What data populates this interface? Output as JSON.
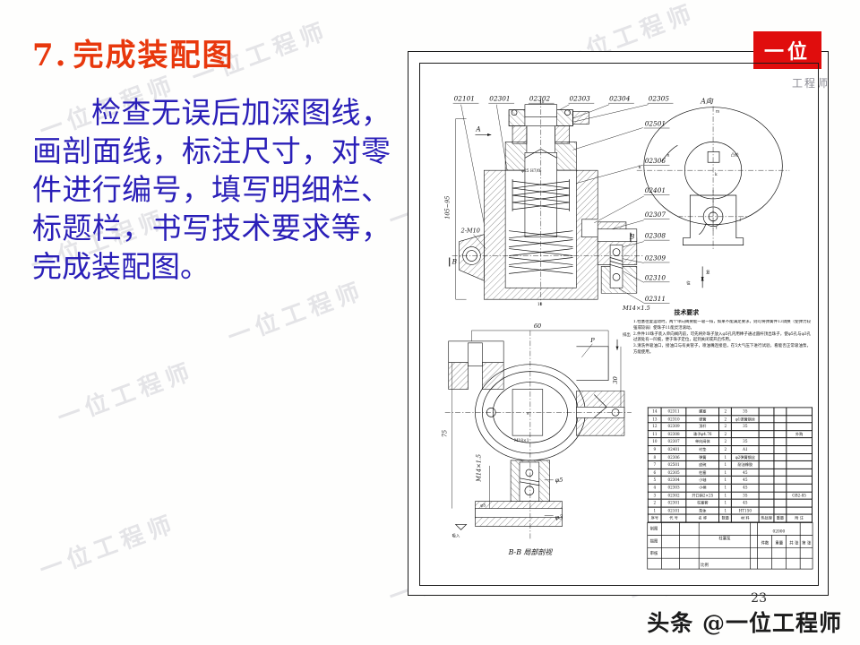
{
  "slide": {
    "heading_number": "7.",
    "heading_text": "完成装配图",
    "body_text": "检查无误后加深图线，画剖面线，标注尺寸，对零件进行编号，填写明细栏、标题栏，书写技术要求等，完成装配图。",
    "page_number": "23",
    "footer_text": "头条 @一位工程师",
    "watermark_text": "一位工程师",
    "badge_text": "一位",
    "badge_sub_text": "工程师",
    "colors": {
      "heading": "#e8380d",
      "body": "#2a1fb8",
      "badge": "#e00d0d",
      "background": "#fefefd",
      "ink": "#111111"
    }
  },
  "drawing": {
    "title": "柱塞泵",
    "drawing_number": "02000",
    "top_leaders": [
      "02101",
      "02301",
      "02302",
      "02303",
      "02304",
      "02305"
    ],
    "right_leaders": [
      "02501",
      "02306",
      "02401",
      "02307",
      "02308",
      "02309",
      "02310",
      "02311"
    ],
    "thread_note": "M14×1.5",
    "aux_view_label": "A向",
    "aux_view_note": "凸轮",
    "aux_marks": [
      "m",
      "n",
      "k",
      "f"
    ],
    "section_marks": [
      "A",
      "B"
    ],
    "bottom_view_caption": "B-B 局部剖视",
    "bottom_dims": [
      "60",
      "75",
      "30",
      "M14×1.5",
      "φ5",
      "φ3",
      "吸入"
    ],
    "main_dims": [
      "105~95",
      "2-M10",
      "10",
      "φ25 H7/f6"
    ],
    "misc_labels": [
      "P",
      "排出",
      "复",
      "往"
    ],
    "tech": {
      "heading": "技术要求",
      "items": [
        "1.柱塞往复运动时，两个单向阀要能一吸一排，如果不能满足要求，则可将弹簧件13调换（使弹力较强或较弱）使珠子11能灵活滚动。",
        "2.件件10珠子装入单向阀内前，可先将外珠子放入φ5孔内用棒子通过圆杆顶出珠子，使φ5孔与φ3孔过渡处有一凹痕，便于珠子定位，起到关闭或开启作用。",
        "3.清洗件吸油口，接油口与有关管子，喷油嘴连接后，在5大气压下进行试验，看能否正常吸油泵，方能使用。"
      ]
    },
    "parts_table": {
      "headers": [
        "序号",
        "代 号",
        "名 称",
        "数量",
        "材 料",
        "热处理",
        "重量",
        "附 注"
      ],
      "rows": [
        {
          "no": "14",
          "code": "02311",
          "name": "螺塞",
          "qty": "2",
          "material": "35",
          "heat": "",
          "weight": "",
          "note": ""
        },
        {
          "no": "13",
          "code": "02310",
          "name": "弹簧",
          "qty": "2",
          "material": "φ1弹簧钢丝",
          "heat": "",
          "weight": "",
          "note": ""
        },
        {
          "no": "12",
          "code": "02309",
          "name": "顶杆",
          "qty": "2",
          "material": "35",
          "heat": "",
          "weight": "",
          "note": ""
        },
        {
          "no": "11",
          "code": "02308",
          "name": "珠子φ4.76",
          "qty": "2",
          "material": "",
          "heat": "",
          "weight": "",
          "note": "外购"
        },
        {
          "no": "10",
          "code": "02307",
          "name": "单向阀体",
          "qty": "2",
          "material": "35",
          "heat": "",
          "weight": "",
          "note": ""
        },
        {
          "no": "9",
          "code": "02401",
          "name": "衬垫",
          "qty": "2",
          "material": "A1",
          "heat": "",
          "weight": "",
          "note": ""
        },
        {
          "no": "8",
          "code": "02306",
          "name": "弹簧",
          "qty": "1",
          "material": "φ2弹簧钢丝",
          "heat": "",
          "weight": "",
          "note": ""
        },
        {
          "no": "7",
          "code": "02501",
          "name": "皮碗",
          "qty": "1",
          "material": "耐油橡胶",
          "heat": "",
          "weight": "",
          "note": ""
        },
        {
          "no": "6",
          "code": "02305",
          "name": "柱塞",
          "qty": "1",
          "material": "45",
          "heat": "",
          "weight": "",
          "note": ""
        },
        {
          "no": "5",
          "code": "02304",
          "name": "小轴",
          "qty": "1",
          "material": "45",
          "heat": "",
          "weight": "",
          "note": ""
        },
        {
          "no": "4",
          "code": "02303",
          "name": "小柄",
          "qty": "1",
          "material": "45",
          "heat": "",
          "weight": "",
          "note": ""
        },
        {
          "no": "3",
          "code": "02302",
          "name": "开口销2×25",
          "qty": "1",
          "material": "35",
          "heat": "",
          "weight": "",
          "note": "GB2-85"
        },
        {
          "no": "2",
          "code": "02301",
          "name": "柱塞套",
          "qty": "1",
          "material": "45",
          "heat": "",
          "weight": "",
          "note": ""
        },
        {
          "no": "1",
          "code": "02101",
          "name": "泵体",
          "qty": "1",
          "material": "HT150",
          "heat": "",
          "weight": "",
          "note": ""
        }
      ]
    },
    "title_block": {
      "name_label": "柱塞泵",
      "number_label": "02000",
      "cells": [
        "制图",
        "描图",
        "审核",
        "比例",
        "件数",
        "重量",
        "共 张",
        "第 张"
      ]
    }
  }
}
